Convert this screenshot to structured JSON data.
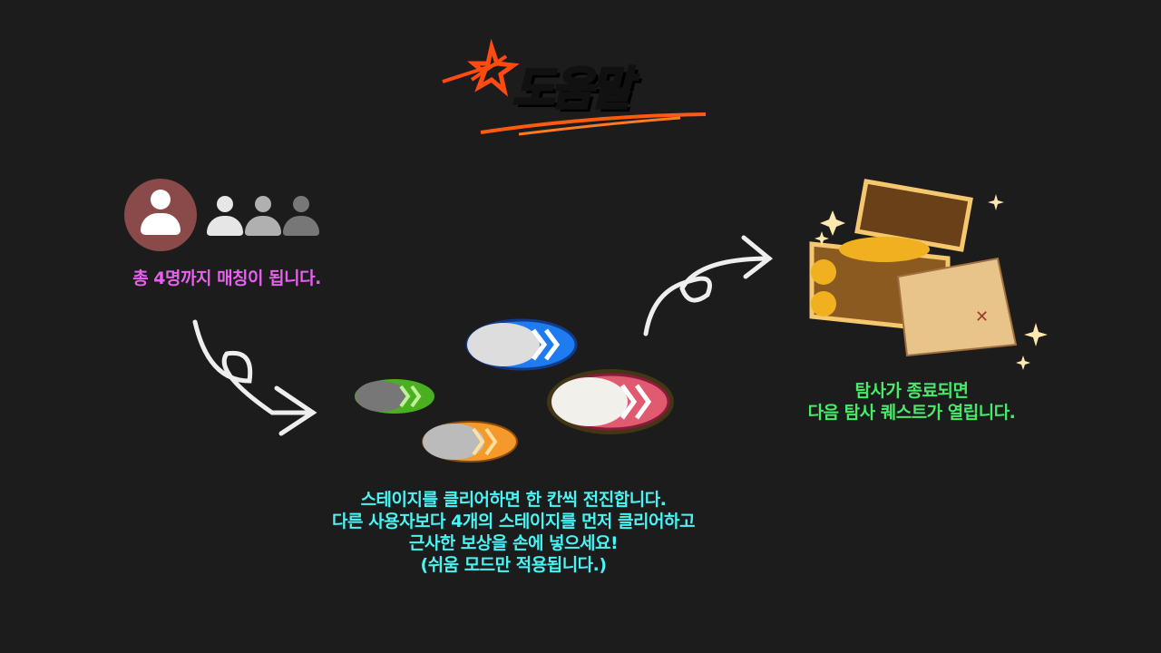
{
  "header": {
    "title": "도움말"
  },
  "matching": {
    "text": "총 4명까지 매칭이 됩니다."
  },
  "stages": {
    "lines": [
      "스테이지를 클리어하면 한 칸씩 전진합니다.",
      "다른 사용자보다 4개의 스테이지를 먼저 클리어하고",
      "근사한 보상을 손에 넣으세요!",
      "(쉬움 모드만 적용됩니다.)"
    ]
  },
  "quest": {
    "lines": [
      "탐사가 종료되면",
      "다음 탐사 퀘스트가 열립니다."
    ]
  },
  "colors": {
    "matching": "#e860f0",
    "stages": "#48f4f4",
    "quest": "#48ea6a",
    "background": "#1c1c1c"
  }
}
